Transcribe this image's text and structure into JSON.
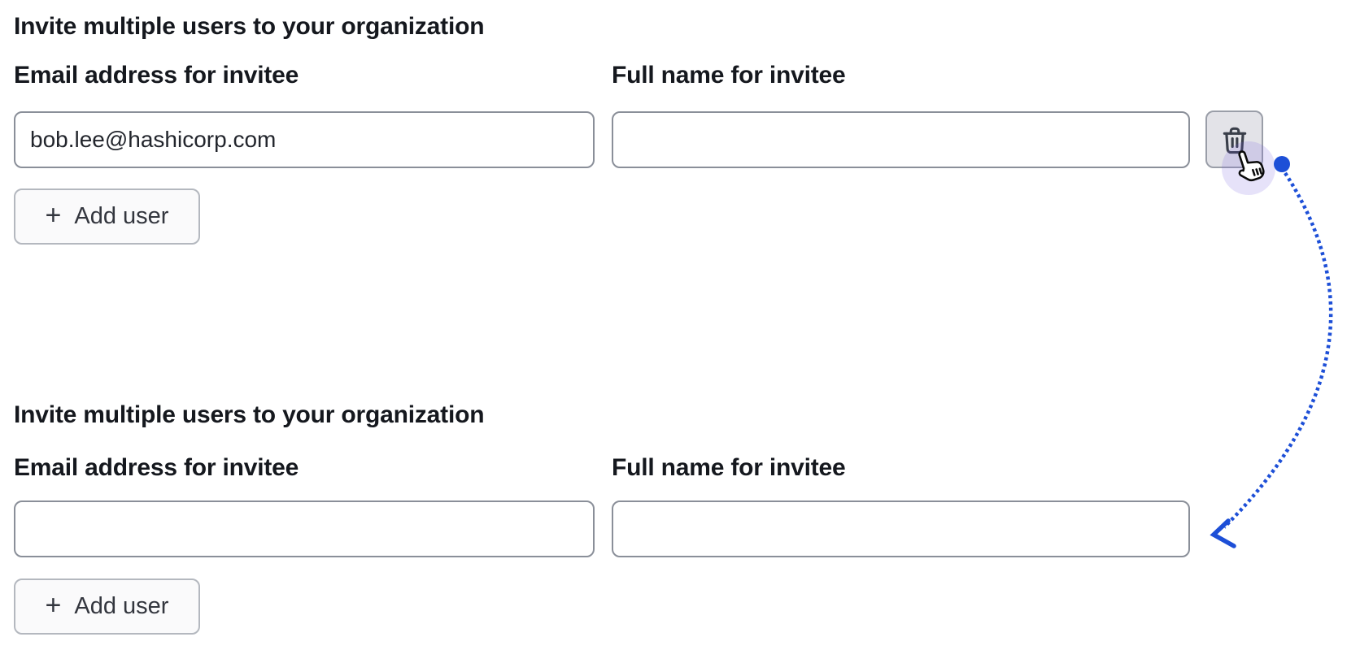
{
  "page": {
    "background_color": "#ffffff",
    "text_color": "#15181e"
  },
  "sections": [
    {
      "heading": "Invite multiple users to your organization",
      "email_label": "Email address for invitee",
      "name_label": "Full name for invitee",
      "email_value": "bob.lee@hashicorp.com",
      "name_value": "",
      "plus_icon": "+",
      "add_user_button": "Add user",
      "delete_button_icon": "trash-icon"
    },
    {
      "heading": "Invite multiple users to your organization",
      "email_label": "Email address for invitee",
      "name_label": "Full name for invitee",
      "email_value": "",
      "name_value": "",
      "plus_icon": "+",
      "add_user_button": "Add user"
    }
  ],
  "annotation": {
    "kind": "dotted-curved-arrow",
    "color": "#1d4fd7",
    "from": "delete-row-button",
    "to": "form-after-deletion",
    "cursor": "hand-pointer-over-delete-button"
  }
}
